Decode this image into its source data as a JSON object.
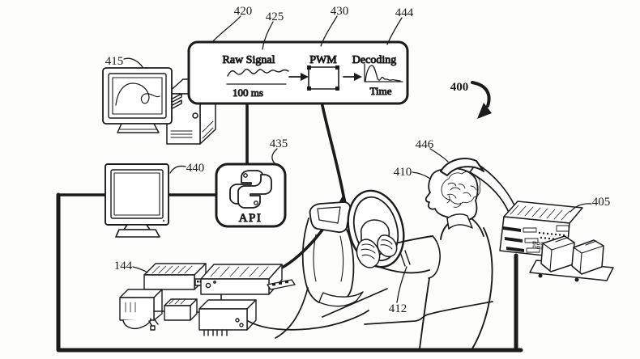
{
  "figure": {
    "system_ref": "400",
    "refs": {
      "amplifiers": "144",
      "rack": "405",
      "subject": "410",
      "wheel": "412",
      "workstation": "415",
      "panel": "420",
      "raw_signal": "425",
      "pwm": "430",
      "api": "435",
      "monitor": "440",
      "decoding": "444",
      "headset": "446"
    },
    "panel": {
      "raw_signal_label": "Raw Signal",
      "raw_signal_window": "100 ms",
      "pwm_label": "PWM",
      "decoding_label": "Decoding",
      "decoding_axis_label": "Time"
    },
    "api_label": "API"
  }
}
